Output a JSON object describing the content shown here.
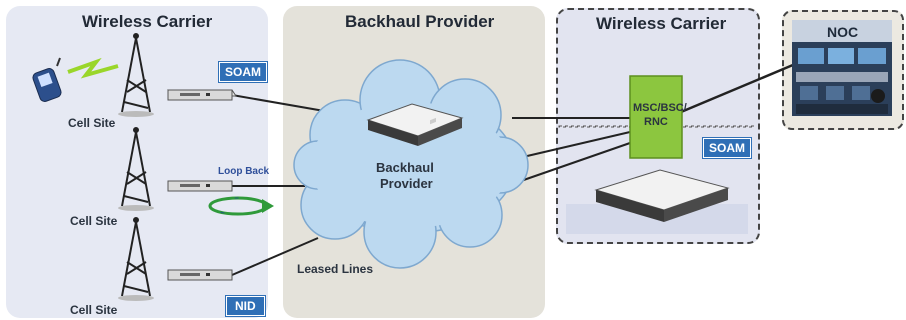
{
  "left_panel": {
    "title": "Wireless Carrier"
  },
  "middle_panel": {
    "title": "Backhaul Provider"
  },
  "right_panel": {
    "title": "Wireless Carrier"
  },
  "cloud_label": [
    "Backhaul",
    "Provider"
  ],
  "leased_lines_label": "Leased Lines",
  "loopback_label": "Loop Back",
  "cell_sites": [
    "Cell Site",
    "Cell Site",
    "Cell Site"
  ],
  "badges": {
    "soam_left": "SOAM",
    "soam_right": "SOAM",
    "nid": "NID"
  },
  "msc_box": [
    "MSC/BSC/",
    "RNC"
  ],
  "noc_label": "NOC",
  "colors": {
    "left_panel_bg": "#e6e9f3",
    "middle_panel_bg": "#e4e2da",
    "right_panel_bg": "#e2e4f0",
    "cloud": "#bcd9f0",
    "msc_box": "#8cc63f",
    "badge": "#2f6fb6",
    "lines": "#222222"
  },
  "icons": [
    "phone-icon",
    "cell-tower-icon",
    "nid-device-icon",
    "loopback-arrow-icon",
    "backhaul-router-icon",
    "noc-control-room-icon"
  ]
}
